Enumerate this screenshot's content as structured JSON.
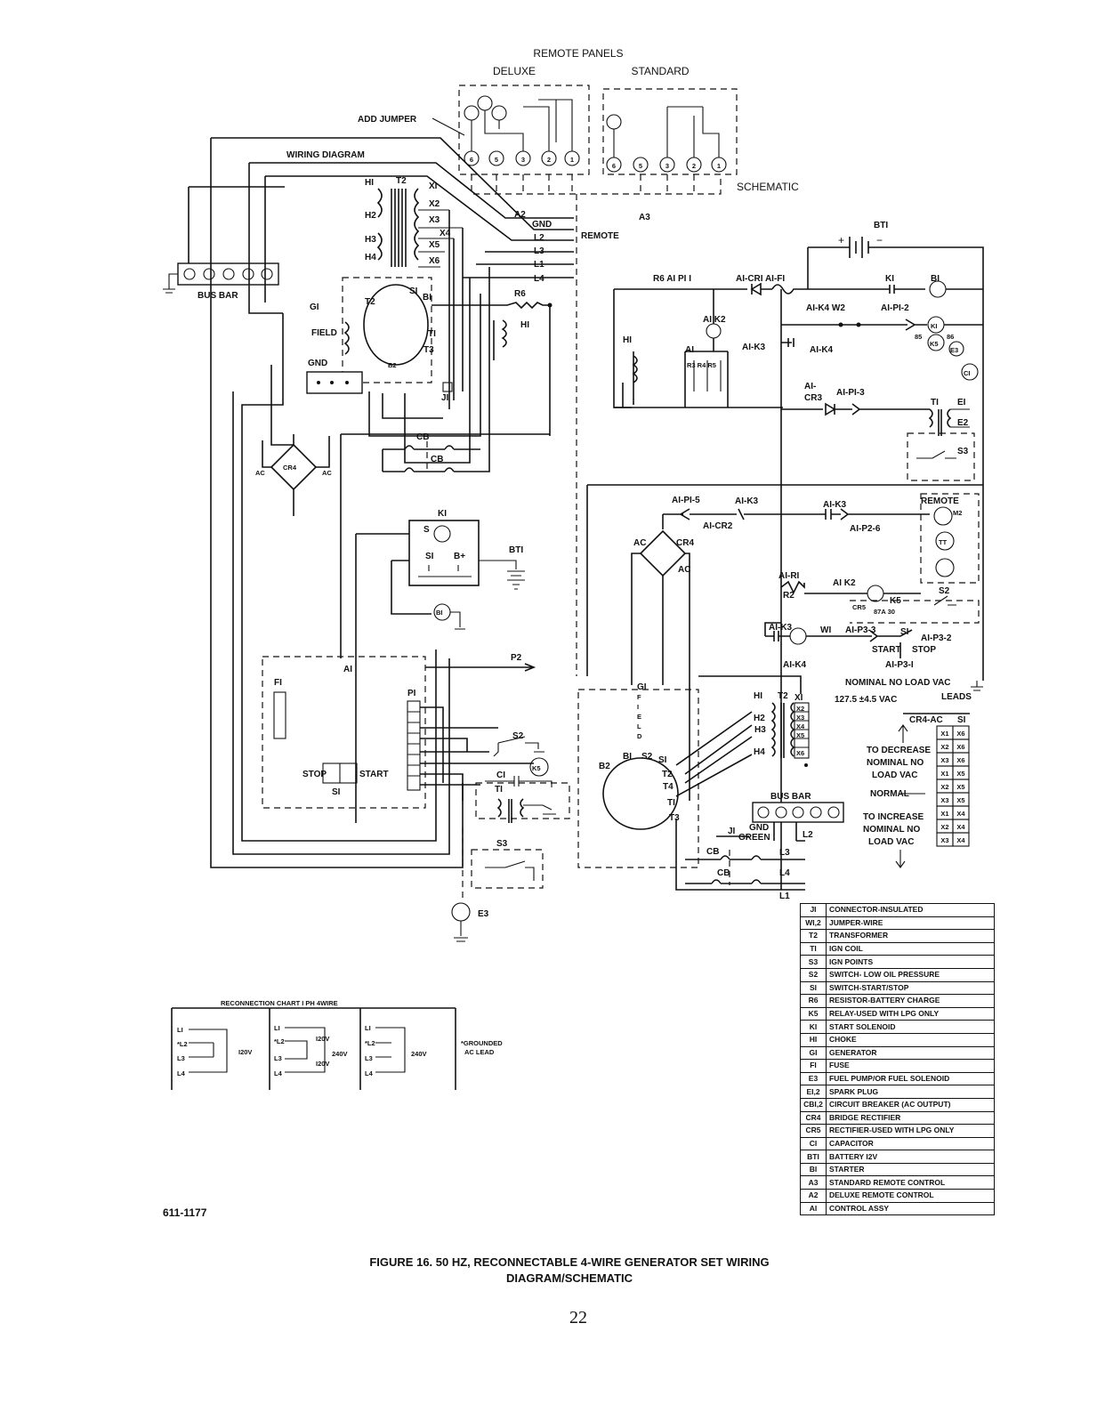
{
  "header": {
    "remote_panels": "REMOTE PANELS",
    "deluxe": "DELUXE",
    "standard": "STANDARD",
    "add_jumper": "ADD JUMPER",
    "wiring_diagram": "WIRING DIAGRAM",
    "schematic": "SCHEMATIC",
    "remote": "REMOTE"
  },
  "labels": {
    "a2": "A2",
    "a3": "A3",
    "gnd": "GND",
    "l2": "L2",
    "l3": "L3",
    "l1": "L1",
    "l4": "L4",
    "bus_bar": "BUS BAR",
    "g1": "GI",
    "field": "FIELD",
    "t2": "T2",
    "s1": "SI",
    "b1": "BI",
    "t1": "TI",
    "t3": "T3",
    "r6": "R6",
    "h1": "HI",
    "h2": "H2",
    "h3": "H3",
    "h4": "H4",
    "x1": "XI",
    "x2": "X2",
    "x3": "X3",
    "x4": "X4",
    "x5": "X5",
    "x6": "X6",
    "j1": "JI",
    "cb": "CB",
    "cr4": "CR4",
    "ac": "AC",
    "k1": "KI",
    "s": "S",
    "bplus": "B+",
    "bt1": "BTI",
    "a1": "AI",
    "f1": "FI",
    "p1": "PI",
    "p2": "P2",
    "stop": "STOP",
    "start": "START",
    "s2": "S2",
    "k5": "K5",
    "c1": "CI",
    "s3": "S3",
    "e3": "E3",
    "e1": "EI",
    "e2": "E2",
    "b2": "B2",
    "t4": "T4",
    "green": "GREEN"
  },
  "schematic": {
    "r6_a1p1": "R6   AI PI I",
    "a1cr1_a1f1": "AI-CRI AI-FI",
    "a1k2": "AI K2",
    "a1k3": "AI-K3",
    "a1k4_w2": "AI-K4  W2",
    "a1p12": "AI-PI-2",
    "a1k4": "AI-K4",
    "r3r4r5": "R3  R4  R5",
    "a1cr3": "AI-\nCR3",
    "a1p13": "AI-PI-3",
    "a1p15": "AI-PI-5",
    "a1cr2": "AI-CR2",
    "a1p26": "AI-P2-6",
    "a1r1": "AI-RI",
    "r2": "R2",
    "cr5": "CR5",
    "k5_87a_30": "87A  30",
    "w1": "WI",
    "a1p33": "AI-P3-3",
    "a1p32": "AI-P3-2",
    "a1p31": "AI-P3-I",
    "k1_86": "86",
    "k1_85": "85",
    "remote": "REMOTE",
    "m2": "M2",
    "tt": "TT",
    "nominal_no_load": "NOMINAL NO LOAD VAC",
    "nominal_value": "127.5 ±4.5 VAC",
    "leads": "LEADS",
    "cr4_ac": "CR4-AC",
    "s1_col": "SI",
    "to_decrease": "TO DECREASE\nNOMINAL NO\nLOAD VAC",
    "normal": "NORMAL",
    "to_increase": "TO INCREASE\nNOMINAL NO\nLOAD VAC",
    "tap_rows": [
      [
        "X1",
        "X6"
      ],
      [
        "X2",
        "X6"
      ],
      [
        "X3",
        "X6"
      ],
      [
        "X1",
        "X5"
      ],
      [
        "X2",
        "X5"
      ],
      [
        "X3",
        "X5"
      ],
      [
        "X1",
        "X4"
      ],
      [
        "X2",
        "X4"
      ],
      [
        "X3",
        "X4"
      ]
    ]
  },
  "reconnection": {
    "title": "RECONNECTION CHART I PH 4WIRE",
    "v120": "I20V",
    "v240": "240V",
    "grounded": "*GROUNDED\nAC LEAD"
  },
  "legend": [
    [
      "JI",
      "CONNECTOR-INSULATED"
    ],
    [
      "WI,2",
      "JUMPER-WIRE"
    ],
    [
      "T2",
      "TRANSFORMER"
    ],
    [
      "TI",
      "IGN COIL"
    ],
    [
      "S3",
      "IGN POINTS"
    ],
    [
      "S2",
      "SWITCH- LOW OIL PRESSURE"
    ],
    [
      "SI",
      "SWITCH-START/STOP"
    ],
    [
      "R6",
      "RESISTOR-BATTERY CHARGE"
    ],
    [
      "K5",
      "RELAY-USED WITH LPG ONLY"
    ],
    [
      "KI",
      "START SOLENOID"
    ],
    [
      "HI",
      "CHOKE"
    ],
    [
      "GI",
      "GENERATOR"
    ],
    [
      "FI",
      "FUSE"
    ],
    [
      "E3",
      "FUEL PUMP/OR FUEL SOLENOID"
    ],
    [
      "EI,2",
      "SPARK PLUG"
    ],
    [
      "CBI,2",
      "CIRCUIT BREAKER (AC OUTPUT)"
    ],
    [
      "CR4",
      "BRIDGE RECTIFIER"
    ],
    [
      "CR5",
      "RECTIFIER-USED WITH LPG ONLY"
    ],
    [
      "CI",
      "CAPACITOR"
    ],
    [
      "BTI",
      "BATTERY I2V"
    ],
    [
      "BI",
      "STARTER"
    ],
    [
      "A3",
      "STANDARD REMOTE CONTROL"
    ],
    [
      "A2",
      "DELUXE REMOTE CONTROL"
    ],
    [
      "AI",
      "CONTROL ASSY"
    ]
  ],
  "footer": {
    "doc_number": "611-1177",
    "caption_line1": "FIGURE 16. 50 HZ, RECONNECTABLE 4-WIRE GENERATOR SET WIRING",
    "caption_line2": "DIAGRAM/SCHEMATIC",
    "page_number": "22"
  }
}
